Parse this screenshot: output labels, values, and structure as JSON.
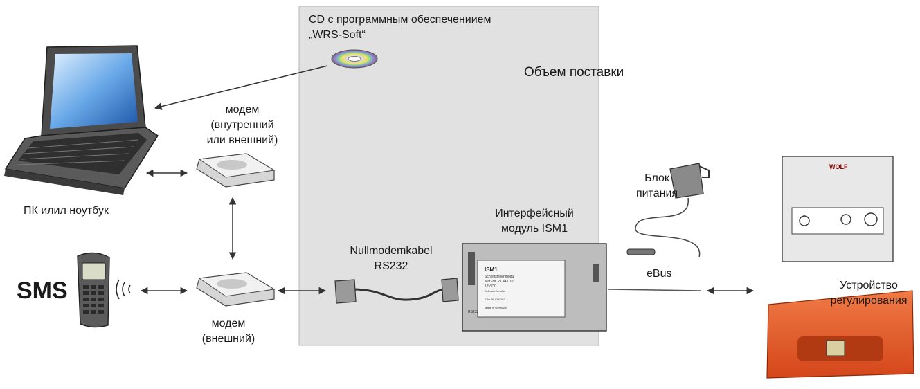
{
  "colors": {
    "scope_box": "#e1e1e1",
    "scope_border": "#b5b5b5",
    "controller_body": "#e8e8e8",
    "boiler_panel": "#e2582a",
    "text": "#1a1a1a"
  },
  "labels": {
    "cd_line1": "CD с программным обеспечениием",
    "cd_line2": "„WRS-Soft“",
    "scope": "Объем поставки",
    "pc": "ПК илил ноутбук",
    "modem_internal_line1": "модем",
    "modem_internal_line2": "(внутренний",
    "modem_internal_line3": "или внешний)",
    "modem_external_line1": "модем",
    "modem_external_line2": "(внешний)",
    "sms": "SMS",
    "nullmodem_line1": "Nullmodemkabel",
    "nullmodem_line2": "RS232",
    "ism_line1": "Интерфейсный",
    "ism_line2": "модуль ISM1",
    "power_line1": "Блок",
    "power_line2": "питания",
    "ebus": "eBus",
    "controller_line1": "Устройство",
    "controller_line2": "регулирования"
  },
  "device_text": {
    "ism_title": "ISM1",
    "ism_sub1": "Schnittstellenmodul",
    "ism_sub2": "Mat.-Nr. 27 44 010",
    "ism_sub3": "12V DC",
    "ism_sub4": "Software Version",
    "ism_sub5": "E-Nr 99-076-263",
    "ism_sub6": "Made in Germany",
    "rs232": "RS232",
    "brand": "WOLF"
  },
  "icons": [
    "laptop-icon",
    "modem-icon",
    "phone-icon",
    "cd-icon",
    "power-adapter-icon",
    "serial-cable-icon",
    "interface-module-icon",
    "controller-icon",
    "boiler-panel-icon",
    "signal-waves-icon"
  ]
}
